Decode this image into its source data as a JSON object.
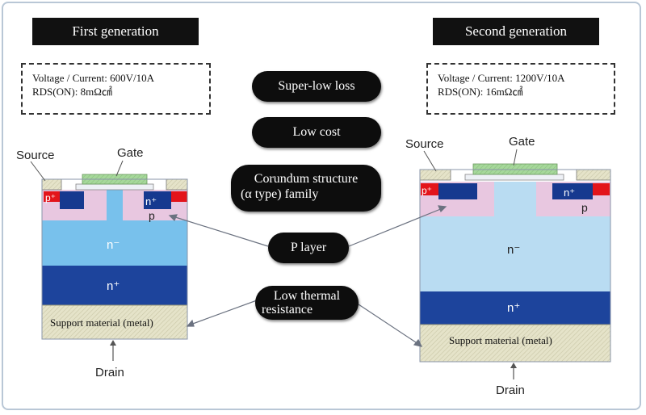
{
  "headers": {
    "first": "First generation",
    "second": "Second generation"
  },
  "specs": {
    "first": {
      "voltage_current": "Voltage / Current: 600V/10A",
      "rds": "RDS(ON): 8mΩ㎠"
    },
    "second": {
      "voltage_current": "Voltage / Current: 1200V/10A",
      "rds": "RDS(ON): 16mΩ㎠"
    }
  },
  "features": {
    "super_low_loss": "Super-low loss",
    "low_cost": "Low cost",
    "corundum_line1": "Corundum structure",
    "corundum_line2": "(α type) family",
    "p_layer": "P layer",
    "low_thermal_line1": "Low thermal",
    "low_thermal_line2": "resistance"
  },
  "device_labels": {
    "source": "Source",
    "gate": "Gate",
    "drain": "Drain",
    "p_plus": "p⁺",
    "n_plus": "n⁺",
    "p": "p",
    "n_minus": "n⁻",
    "support": "Support material (metal)"
  },
  "colors": {
    "n_minus": "#b9dcf2",
    "n_minus_first": "#78c1ec",
    "n_plus_layer": "#1d449c",
    "n_plus_well": "#16398f",
    "p_region": "#e8c7e0",
    "p_plus": "#e3141b",
    "gate": "#a6d89b",
    "support": "#e5e3c9"
  }
}
